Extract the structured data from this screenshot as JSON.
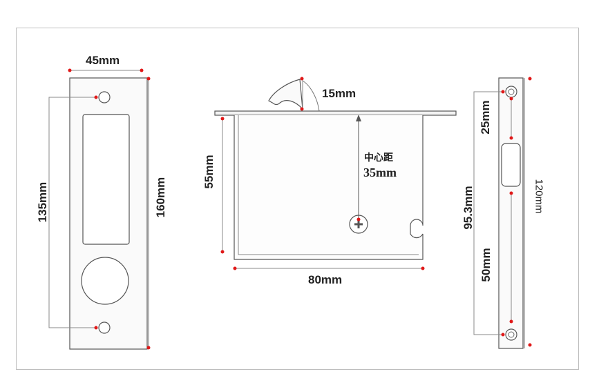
{
  "left_plate": {
    "width_label": "45mm",
    "hole_spacing_label": "135mm",
    "height_label": "160mm"
  },
  "lock_body": {
    "latch_label": "15mm",
    "center_caption": "中心距",
    "center_label": "35mm",
    "height_label": "55mm",
    "width_label": "80mm"
  },
  "strike_plate": {
    "top_spacing_label": "25mm",
    "total_spacing_label": "95.3mm",
    "bottom_spacing_label": "50mm",
    "height_label": "120mm"
  },
  "colors": {
    "outline": "#555555",
    "dimension_line": "#8a8a8a",
    "marker": "#e01818",
    "text": "#222222"
  }
}
